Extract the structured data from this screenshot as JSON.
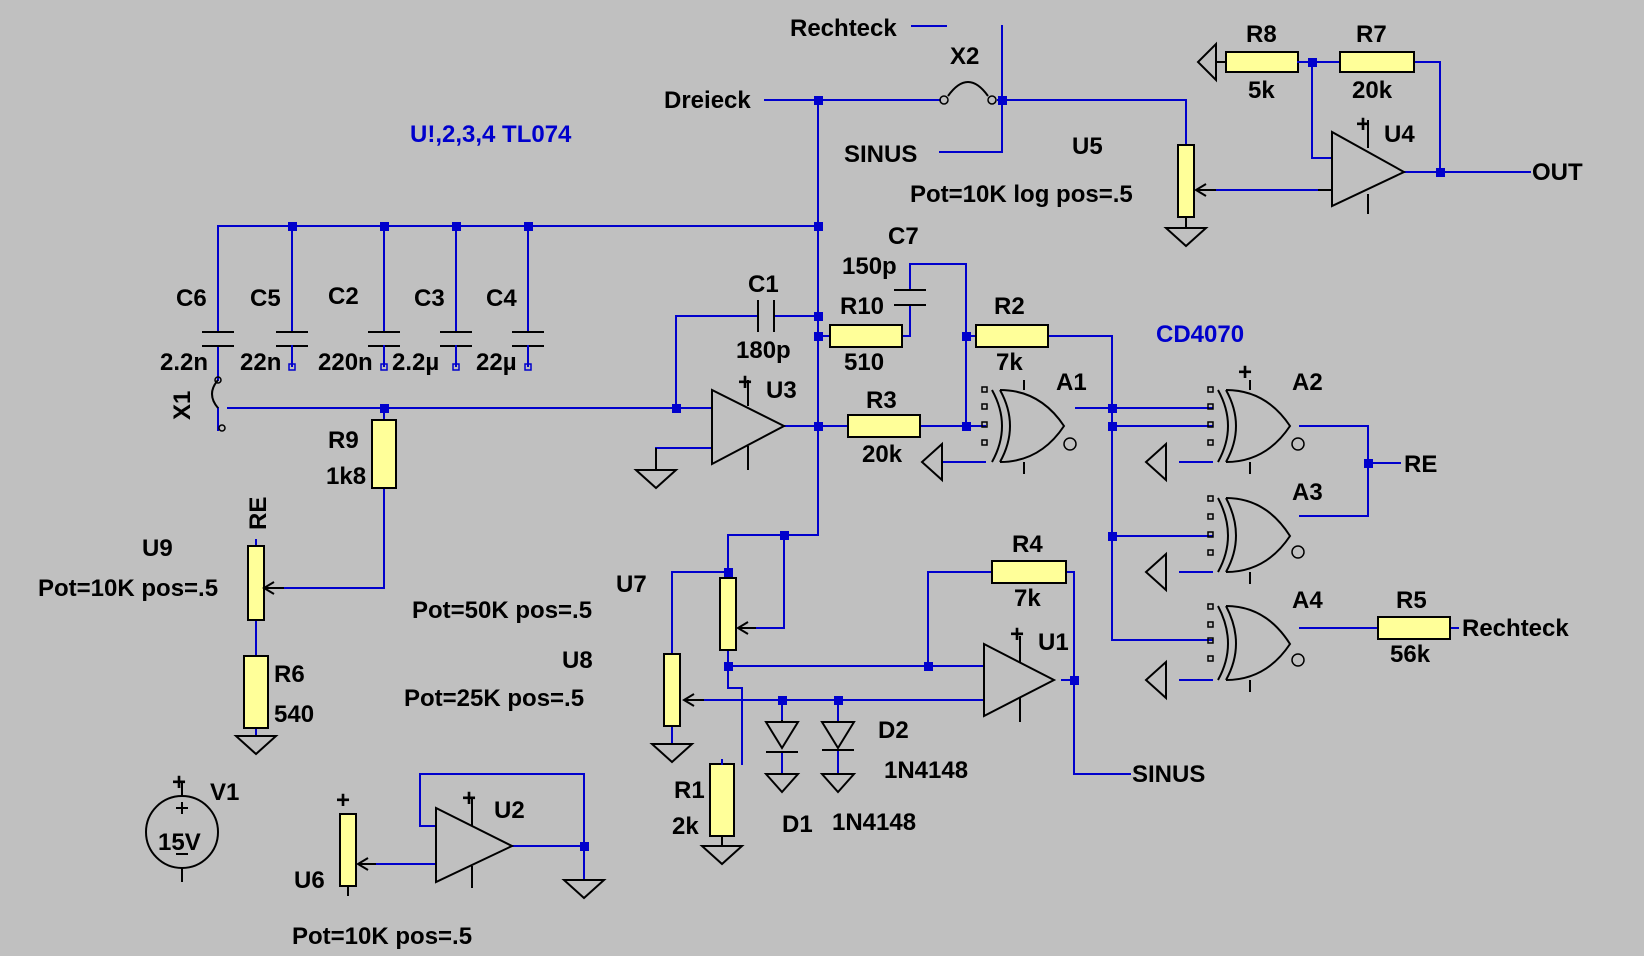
{
  "notes": {
    "opamp_type": "U!,2,3,4  TL074",
    "gate_type": "CD4070"
  },
  "nets": {
    "rechteck_top": "Rechteck",
    "dreieck": "Dreieck",
    "sinus_top": "SINUS",
    "out": "OUT",
    "re_out": "RE",
    "rechteck_out": "Rechteck",
    "sinus_out": "SINUS",
    "re_pot": "RE"
  },
  "components": {
    "X1": "X1",
    "X2": "X2",
    "R8": {
      "name": "R8",
      "value": "5k"
    },
    "R7": {
      "name": "R7",
      "value": "20k"
    },
    "U4": "U4",
    "U5": {
      "name": "U5",
      "value": "Pot=10K log pos=.5"
    },
    "C6": {
      "name": "C6",
      "value": "2.2n"
    },
    "C5": {
      "name": "C5",
      "value": "22n"
    },
    "C2": {
      "name": "C2",
      "value": "220n"
    },
    "C3": {
      "name": "C3",
      "value": "2.2µ"
    },
    "C4": {
      "name": "C4",
      "value": "22µ"
    },
    "C1": {
      "name": "C1",
      "value": "180p"
    },
    "C7": {
      "name": "C7",
      "value": "150p"
    },
    "R10": {
      "name": "R10",
      "value": "510"
    },
    "R2": {
      "name": "R2",
      "value": "7k"
    },
    "R3": {
      "name": "R3",
      "value": "20k"
    },
    "U3": "U3",
    "A1": "A1",
    "A2": "A2",
    "A3": "A3",
    "A4": "A4",
    "R5": {
      "name": "R5",
      "value": "56k"
    },
    "R9": {
      "name": "R9",
      "value": "1k8"
    },
    "U9": {
      "name": "U9",
      "value": "Pot=10K pos=.5"
    },
    "R6": {
      "name": "R6",
      "value": "540"
    },
    "U7": {
      "name": "U7",
      "value": "Pot=50K pos=.5"
    },
    "U8": {
      "name": "U8",
      "value": "Pot=25K pos=.5"
    },
    "R4": {
      "name": "R4",
      "value": "7k"
    },
    "U1": "U1",
    "D2": {
      "name": "D2",
      "value": "1N4148"
    },
    "D1": {
      "name": "D1",
      "value": "1N4148"
    },
    "R1": {
      "name": "R1",
      "value": "2k"
    },
    "V1": {
      "name": "V1",
      "value": "15V"
    },
    "U2": "U2",
    "U6": {
      "name": "U6",
      "value": "Pot=10K pos=.5"
    }
  },
  "symbols": {
    "plus": "+",
    "minus": "-"
  }
}
